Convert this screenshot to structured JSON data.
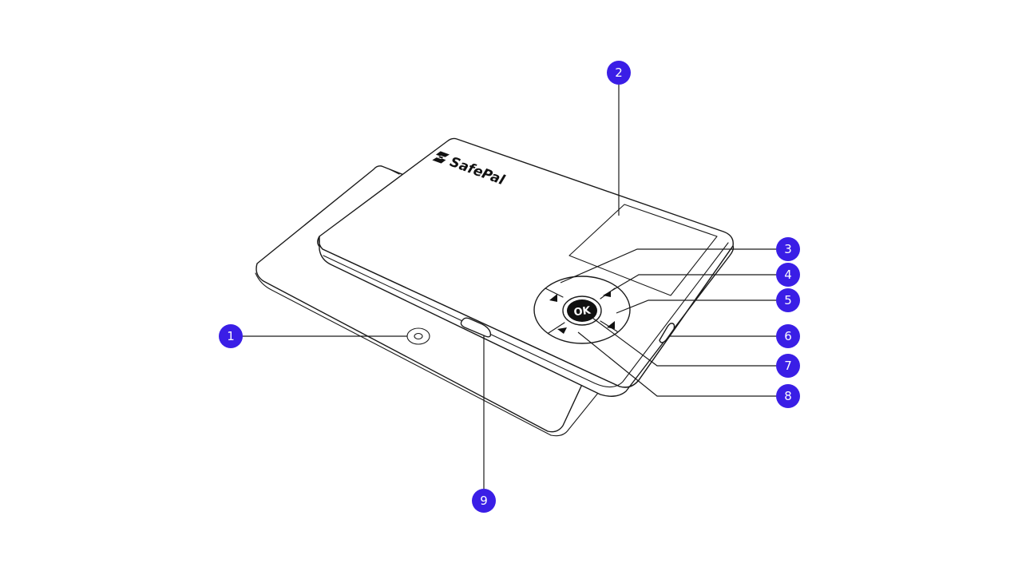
{
  "brand": {
    "name": "SafePal"
  },
  "device": {
    "ok_label": "OK"
  },
  "colors": {
    "callout_fill": "#3a1ee6",
    "line": "#1a1a1a"
  },
  "callouts": [
    {
      "id": "1",
      "label": "1",
      "target": "power button"
    },
    {
      "id": "2",
      "label": "2",
      "target": "screen"
    },
    {
      "id": "3",
      "label": "3",
      "target": "left button"
    },
    {
      "id": "4",
      "label": "4",
      "target": "up button"
    },
    {
      "id": "5",
      "label": "5",
      "target": "right button"
    },
    {
      "id": "6",
      "label": "6",
      "target": "side port"
    },
    {
      "id": "7",
      "label": "7",
      "target": "ok button"
    },
    {
      "id": "8",
      "label": "8",
      "target": "down button"
    },
    {
      "id": "9",
      "label": "9",
      "target": "front slot"
    }
  ]
}
